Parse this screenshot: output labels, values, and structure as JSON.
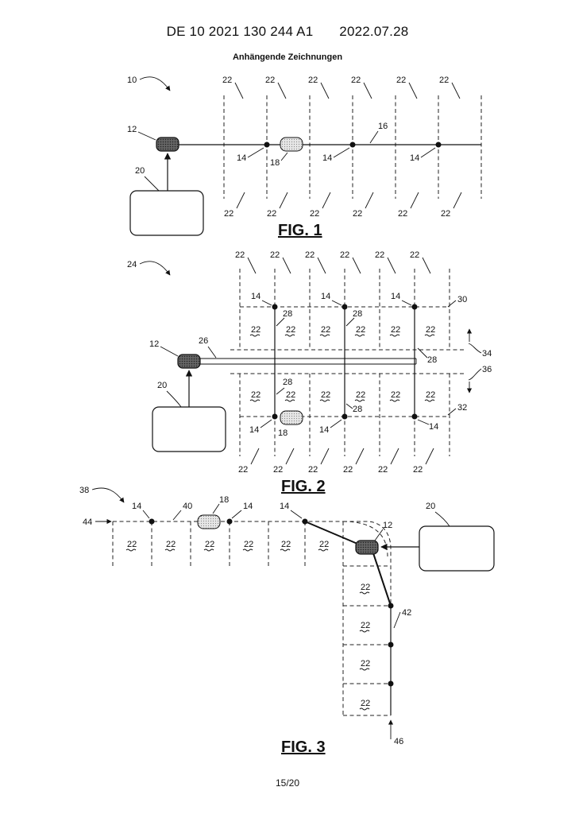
{
  "header": {
    "publication_number": "DE 10 2021 130 244 A1",
    "date": "2022.07.28"
  },
  "section_title": "Anhängende Zeichnungen",
  "page_number": "15/20",
  "figures": {
    "fig1": {
      "caption": "FIG. 1",
      "ref_system": "10",
      "ref_controller": "12",
      "ref_node": "14",
      "ref_bus": "16",
      "ref_device": "18",
      "ref_computer": "20",
      "ref_zone": "22"
    },
    "fig2": {
      "caption": "FIG. 2",
      "ref_system": "24",
      "ref_controller": "12",
      "ref_node": "14",
      "ref_device": "18",
      "ref_computer": "20",
      "ref_zone": "22",
      "ref_trunk": "26",
      "ref_branch": "28",
      "ref_row_top": "30",
      "ref_row_bottom": "32",
      "ref_dir_up": "34",
      "ref_dir_down": "36"
    },
    "fig3": {
      "caption": "FIG. 3",
      "ref_system": "38",
      "ref_controller": "12",
      "ref_node": "14",
      "ref_device": "18",
      "ref_computer": "20",
      "ref_zone": "22",
      "ref_line_h": "40",
      "ref_line_v": "42",
      "ref_in_h": "44",
      "ref_in_v": "46"
    }
  },
  "colors": {
    "line": "#111111",
    "controller_fill": "#555555",
    "device_fill": "#d8d8d8"
  }
}
